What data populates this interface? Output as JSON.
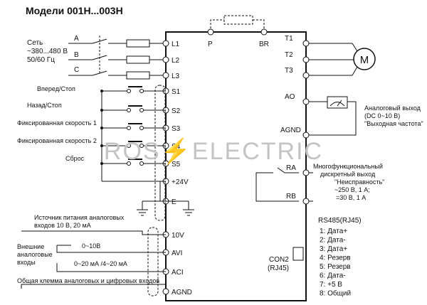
{
  "title": "Модели  001H...003H",
  "watermark": "ROS⚡ELECTRIC",
  "terminals": {
    "p": "P",
    "br": "BR",
    "left": [
      "L1",
      "L2",
      "L3",
      "S1",
      "S2",
      "S3",
      "S4",
      "S5",
      "+24V",
      "E",
      "10V",
      "AVI",
      "ACI",
      "AGND"
    ],
    "right": [
      "T1",
      "T2",
      "T3",
      "AO",
      "AGND",
      "RA",
      "RB"
    ]
  },
  "mains": {
    "line1": "Сеть",
    "line2": "~380...480 В",
    "line3": "50/60 Гц",
    "phases": [
      "A",
      "B",
      "C"
    ]
  },
  "inputs": [
    "Вперед/Стоп",
    "Назад/Стоп",
    "Фиксированная скорость 1",
    "Фиксированная скорость 2",
    "Сброс"
  ],
  "analog": {
    "supply": [
      "Источник питания аналоговых",
      "входов 10 В, 20 мА"
    ],
    "external": [
      "Внешние",
      "аналоговые",
      "входы"
    ],
    "ranges": [
      "0~10В",
      "0~20 мА /4~20 мА"
    ],
    "common": "Общая клемма аналоговых и цифровых входов"
  },
  "outputs": {
    "motor": "M",
    "ao_desc": [
      "Аналоговый выход",
      "(DC 0~10 В)",
      "\"Выходная частота\""
    ],
    "relay_desc": [
      "Многофункциональный",
      "дискретный выход",
      "\"Неисправность\"",
      "~250 В, 1 А;",
      "=30 В, 1 А"
    ],
    "con2": [
      "CON2",
      "(RJ45)"
    ]
  },
  "rs485": {
    "title": "RS485(RJ45)",
    "pins": [
      "1: Дата+",
      "2: Дата-",
      "3: Дата+",
      "4: Резерв",
      "5: Резерв",
      "6: Дата-",
      "7: +5 В",
      "8: Общий"
    ]
  }
}
